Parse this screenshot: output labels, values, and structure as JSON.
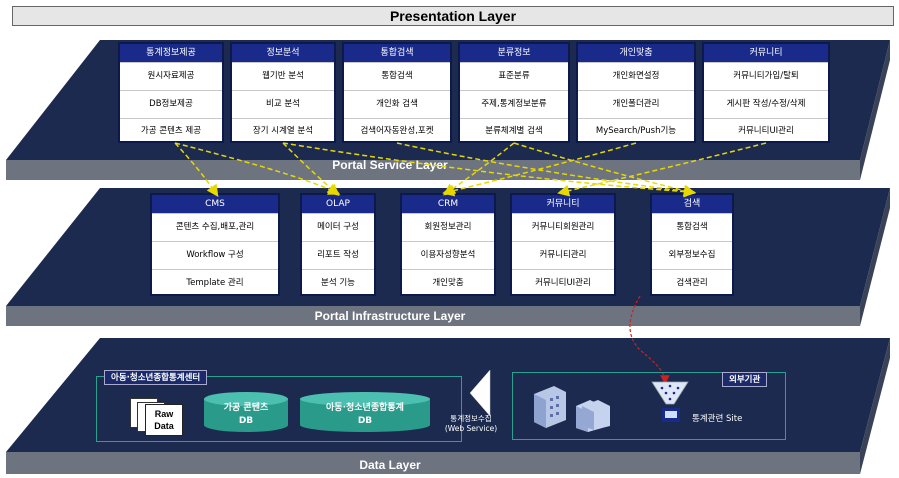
{
  "presentation_layer": "Presentation Layer",
  "portal_service_layer": "Portal Service Layer",
  "portal_infra_layer": "Portal Infrastructure Layer",
  "data_layer": "Data Layer",
  "service_boxes": [
    {
      "title": "통계정보제공",
      "items": [
        "원시자료제공",
        "DB정보제공",
        "가공 콘텐츠 제공"
      ]
    },
    {
      "title": "정보분석",
      "items": [
        "웹기반 분석",
        "비교 분석",
        "장기 시계열 분석"
      ]
    },
    {
      "title": "통합검색",
      "items": [
        "통합검색",
        "개인화 검색",
        "검색어자동완성,포켓"
      ]
    },
    {
      "title": "분류정보",
      "items": [
        "표준분류",
        "주제,통계정보분류",
        "분류체계별 검색"
      ]
    },
    {
      "title": "개인맞춤",
      "items": [
        "개인화면설정",
        "개인폴더관리",
        "MySearch/Push기능"
      ]
    },
    {
      "title": "커뮤니티",
      "items": [
        "커뮤니티가입/탈퇴",
        "게시판 작성/수정/삭제",
        "커뮤니티UI관리"
      ]
    }
  ],
  "infra_boxes": [
    {
      "title": "CMS",
      "items": [
        "콘텐츠 수집,배포,관리",
        "Workflow 구성",
        "Template 관리"
      ]
    },
    {
      "title": "OLAP",
      "items": [
        "메이터 구성",
        "리포트 작성",
        "분석 기능"
      ]
    },
    {
      "title": "CRM",
      "items": [
        "회원정보관리",
        "이용자성향분석",
        "개인맞춤"
      ]
    },
    {
      "title": "커뮤니티",
      "items": [
        "커뮤니티회원관리",
        "커뮤니티관리",
        "커뮤니티UI관리"
      ]
    },
    {
      "title": "검색",
      "items": [
        "통합검색",
        "외부정보수집",
        "검색관리"
      ]
    }
  ],
  "data_section": {
    "center_title": "아동·청소년종합통계센터",
    "raw_data": "Raw Data",
    "db1_line1": "가공 콘텐츠",
    "db1_line2": "DB",
    "db2_line1": "아동·청소년종합통계",
    "db2_line2": "DB",
    "collect_line1": "통계정보수집",
    "collect_line2": "(Web Service)",
    "external_title": "외부기관",
    "external_site": "통계관련 Site"
  },
  "colors": {
    "layer": "#1b2a4e",
    "box_header": "#1a2a8a",
    "teal": "#2a9a8a",
    "arrow": "#e6d800"
  }
}
